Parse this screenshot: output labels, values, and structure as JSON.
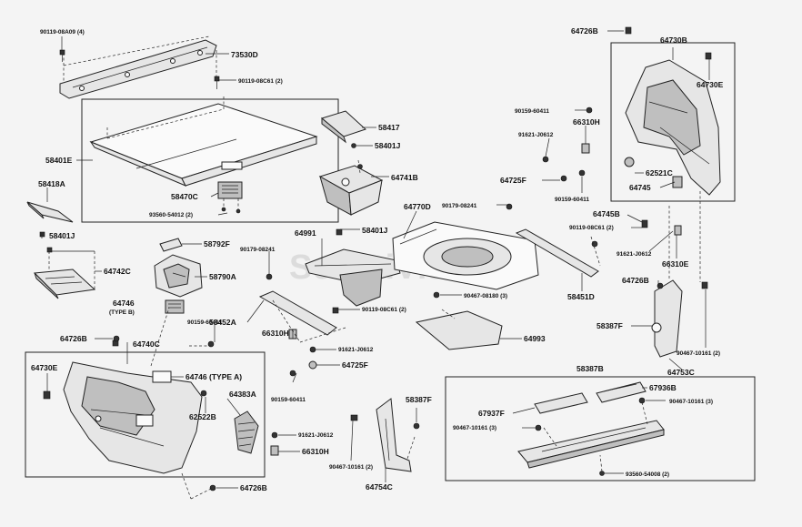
{
  "watermark": "SecuriVisa.vn",
  "labels": {
    "p90119_08a09": "90119-08A09 (4)",
    "p73530d": "73530D",
    "p90119_08c61_a": "90119-08C61 (2)",
    "p58401e": "58401E",
    "p58417": "58417",
    "p58401j_a": "58401J",
    "p64741b": "64741B",
    "p58418a": "58418A",
    "p58470c": "58470C",
    "p93560_54012": "93560-54012 (2)",
    "p58401j_b": "58401J",
    "p64742c": "64742C",
    "p58792f": "58792F",
    "p58790a": "58790A",
    "p64746b": "64746",
    "p64746b_sub": "(TYPE B)",
    "p90159_60411_a": "90159-60411",
    "p64726b_a": "64726B",
    "p64740c": "64740C",
    "p64730e_a": "64730E",
    "p64746a": "64746 (TYPE A)",
    "p64383a": "64383A",
    "p62522b": "62522B",
    "p64726b_b": "64726B",
    "p64991": "64991",
    "p90179_08241_a": "90179-08241",
    "p58401j_c": "58401J",
    "p64770d": "64770D",
    "p90179_08241_b": "90179-08241",
    "p58452a": "58452A",
    "p90119_08c61_b": "90119-08C61 (2)",
    "p90467_08180": "90467-08180 (3)",
    "p66310h_a": "66310H",
    "p91621_j0612_a": "91621-J0612",
    "p64725f_a": "64725F",
    "p90159_60411_b": "90159-60411",
    "p91621_j0612_b": "91621-J0612",
    "p66310h_b": "66310H",
    "p64993": "64993",
    "p58451d": "58451D",
    "p58387f": "58387F",
    "p90467_10161_a": "90467-10161 (2)",
    "p64754c": "64754C",
    "p64726b_c": "64726B",
    "p64730b": "64730B",
    "p64730e_b": "64730E",
    "p90159_60411_c": "90159-60411",
    "p66310h_c": "66310H",
    "p91621_j0612_c": "91621-J0612",
    "p62521c": "62521C",
    "p64725f_b": "64725F",
    "p90159_60411_d": "90159-60411",
    "p64745": "64745",
    "p64745b": "64745B",
    "p90119_08c61_c": "90119-08C61 (2)",
    "p91621_j0612_d": "91621-J0612",
    "p66310e": "66310E",
    "p64726b_d": "64726B",
    "p58387f_b": "58387F",
    "p90467_10161_b": "90467-10161 (2)",
    "p64753c": "64753C",
    "p58387b": "58387B",
    "p67937f": "67937F",
    "p67936b": "67936B",
    "p90467_10161_c": "90467-10161 (3)",
    "p90467_10161_d": "90467-10161 (3)",
    "p93560_54008": "93560-54008 (2)"
  }
}
